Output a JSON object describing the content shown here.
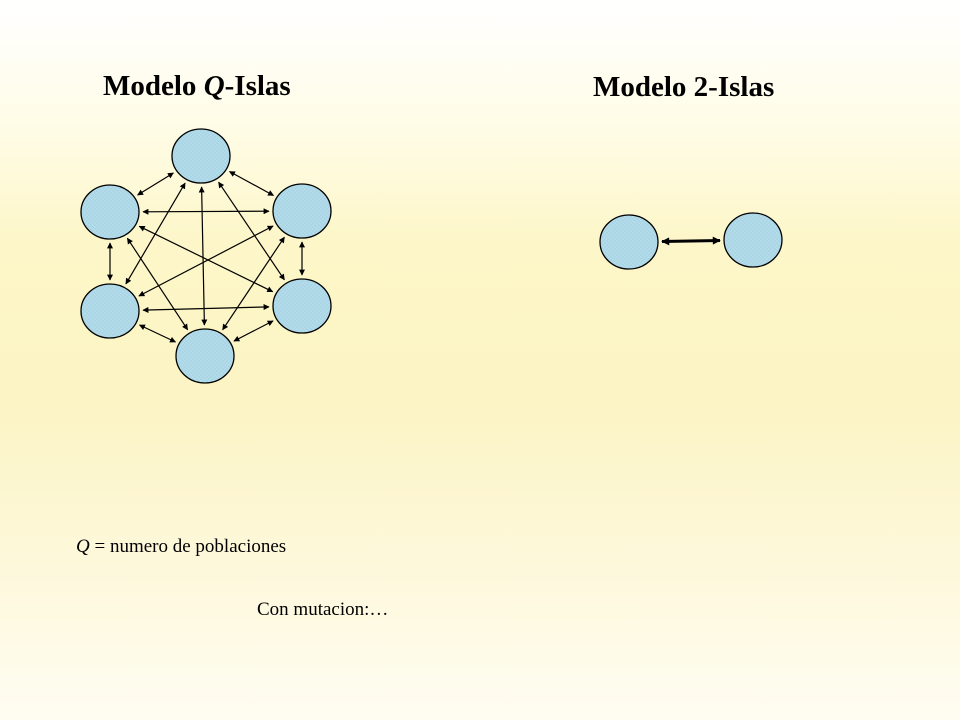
{
  "titles": {
    "q_model_prefix": "Modelo ",
    "q_model_var": "Q",
    "q_model_suffix": "-Islas",
    "two_model": "Modelo 2-Islas"
  },
  "captions": {
    "q_var": "Q",
    "q_definition": " = numero de poblaciones",
    "mutation": "Con mutacion:…"
  },
  "colors": {
    "island_fill": "#aad6e6",
    "island_stroke": "#000000",
    "arrow": "#000000"
  },
  "diagrams": {
    "q_islands": {
      "island_count": 6,
      "connection": "all pairs, bidirectional"
    },
    "two_islands": {
      "island_count": 2,
      "connection": "single bidirectional"
    }
  }
}
